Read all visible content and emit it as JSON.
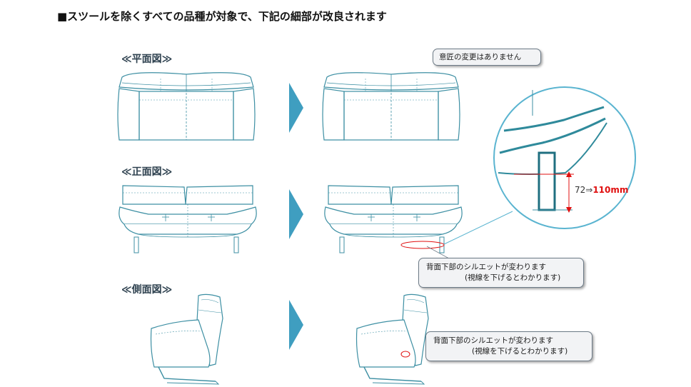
{
  "title": "■スツールを除くすべての品種が対象で、下記の細部が改良されます",
  "sections": {
    "plan": "≪平面図≫",
    "front": "≪正面図≫",
    "side": "≪側面図≫"
  },
  "callouts": {
    "design_unchanged": "意匠の変更はありません",
    "front_note": {
      "line1": "背面下部のシルエットが変わります",
      "line2": "(視線を下げるとわかります)"
    },
    "side_note": {
      "line1": "背面下部のシルエットが変わります",
      "line2": "(視線を下げるとわかります)"
    }
  },
  "dimension": {
    "old": "72⇒",
    "new": "110",
    "unit": "mm"
  },
  "colors": {
    "line": "#3d8fa3",
    "arrow": "#3f9ec0",
    "accent_red": "#e01010",
    "detail_circle": "#5ab4d0"
  },
  "icons": {
    "arrow": "right-triangle-arrow-icon"
  }
}
